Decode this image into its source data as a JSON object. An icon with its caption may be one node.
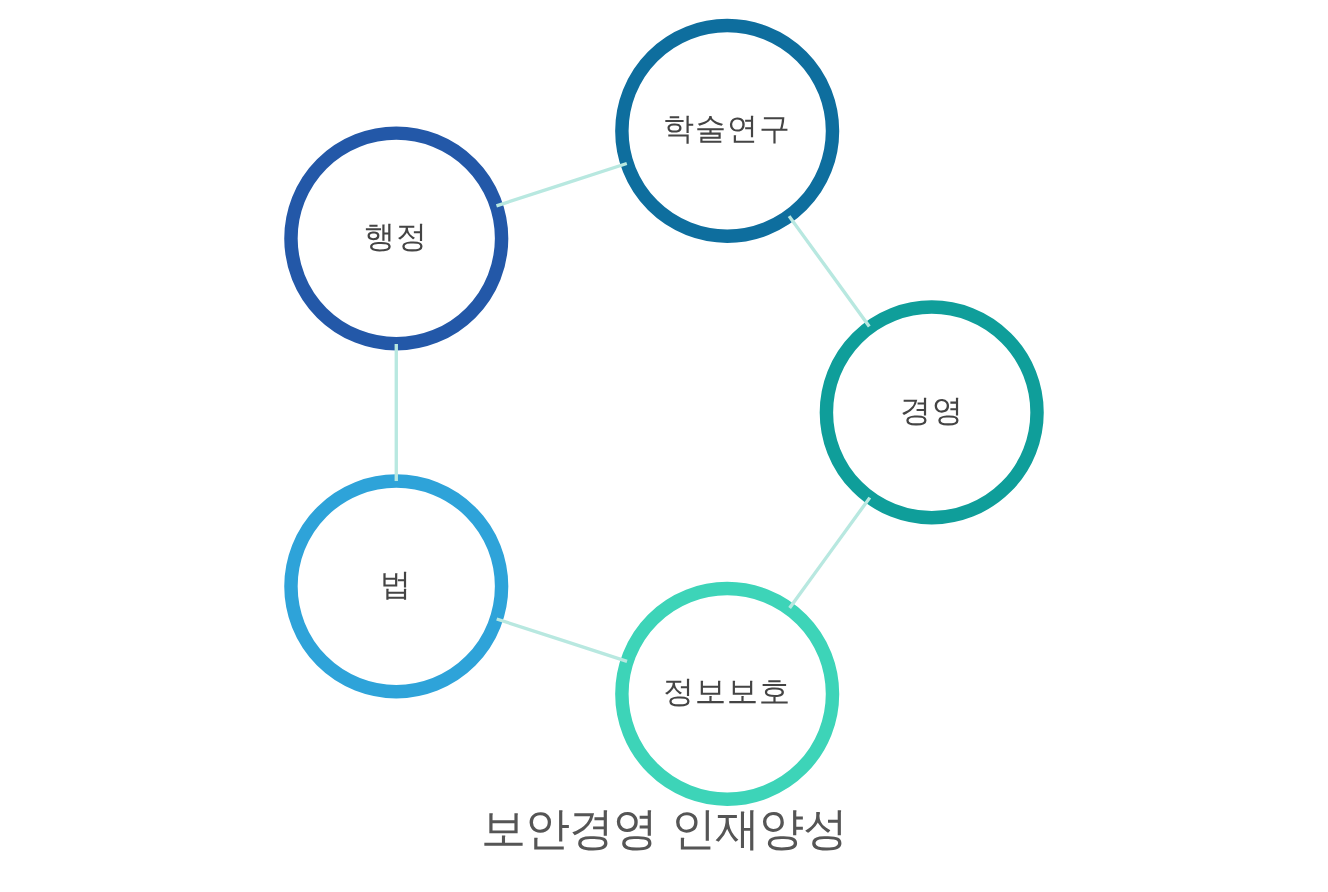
{
  "diagram": {
    "title": "보안경영 인재양성",
    "nodes": [
      {
        "text": [
          "정보보호"
        ]
      },
      {
        "text": [
          "법"
        ]
      },
      {
        "text": [
          "행정"
        ]
      },
      {
        "text": [
          "학술연구"
        ]
      },
      {
        "text": [
          "경영"
        ]
      }
    ],
    "edges": [
      {
        "from": 0,
        "to": 1,
        "arrow": "none"
      },
      {
        "from": 1,
        "to": 2,
        "arrow": "none"
      },
      {
        "from": 2,
        "to": 3,
        "arrow": "none"
      },
      {
        "from": 3,
        "to": 4,
        "arrow": "none"
      },
      {
        "from": 4,
        "to": 0,
        "arrow": "none"
      }
    ]
  }
}
